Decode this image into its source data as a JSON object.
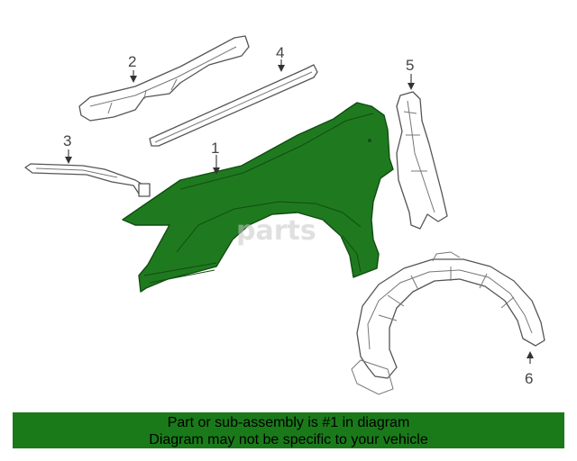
{
  "callouts": [
    {
      "label": "1",
      "part": "fender"
    },
    {
      "label": "2",
      "part": "upper-rail-bracket"
    },
    {
      "label": "3",
      "part": "fender-support-bracket"
    },
    {
      "label": "4",
      "part": "fender-seal-strip"
    },
    {
      "label": "5",
      "part": "fender-side-bracket"
    },
    {
      "label": "6",
      "part": "fender-liner"
    }
  ],
  "watermark": {
    "text": "parts"
  },
  "footer": {
    "line1": "Part or sub-assembly is #1 in diagram",
    "line2": "Diagram may not be specific to your vehicle"
  },
  "colors": {
    "highlight": "#1f7a1f",
    "footer_background": "#1a7a1a",
    "line_art": "#555555"
  }
}
